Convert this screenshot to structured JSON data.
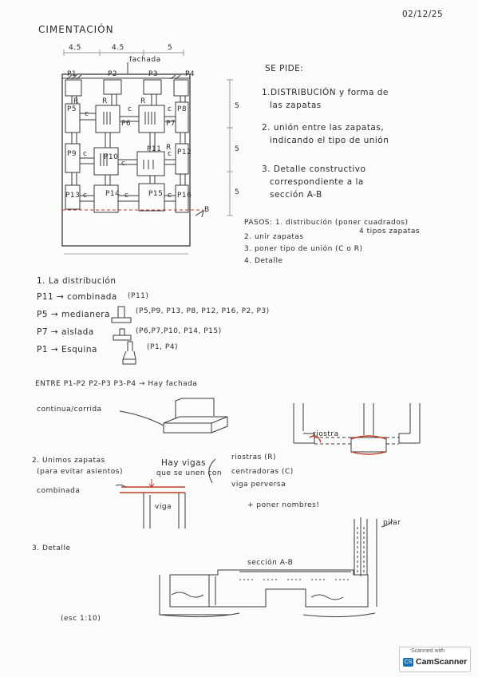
{
  "header": {
    "date": "02/12/25",
    "title": "CIMENTACIÓN"
  },
  "plan": {
    "fachada_label": "fachada",
    "dim_top": [
      "4.5",
      "4.5",
      "5"
    ],
    "dim_side": [
      "5",
      "5",
      "5"
    ],
    "pillars": [
      "P1",
      "P2",
      "P3",
      "P4",
      "P5",
      "P6",
      "P7",
      "P8",
      "P9",
      "P10",
      "P11",
      "P12",
      "P13",
      "P14",
      "P15",
      "P16"
    ],
    "c_marks": [
      "c",
      "c",
      "c",
      "c",
      "c",
      "c",
      "c",
      "c",
      "c"
    ],
    "r_marks": [
      "R",
      "R",
      "R",
      "R"
    ],
    "section_label": "B"
  },
  "se_pide": {
    "title": "SE PIDE:",
    "item1_line1": "1.DISTRIBUCIÓN y forma de",
    "item1_line2": "las zapatas",
    "item2_line1": "2. unión entre las zapatas,",
    "item2_line2": "indicando el tipo de unión",
    "item3_line1": "3. Detalle constructivo",
    "item3_line2": "correspondiente a la",
    "item3_line3": "sección A-B"
  },
  "pasos": {
    "line1": "PASOS: 1. distribución (poner cuadrados)",
    "line1b": "4 tipos zapatas",
    "line2": "2. unir zapatas",
    "line3": "3. poner tipo de unión (C o R)",
    "line4": "4. Detalle"
  },
  "distribucion": {
    "title": "1. La distribución",
    "row1_a": "P11 → combinada",
    "row1_b": "(P11)",
    "row2_a": "P5 → medianera",
    "row2_b": "(P5,P9, P13, P8, P12, P16, P2, P3)",
    "row3_a": "P7 → aislada",
    "row3_b": "(P6,P7,P10, P14, P15)",
    "row4_a": "P1 → Esquina",
    "row4_b": "(P1, P4)"
  },
  "entre": {
    "text": "ENTRE P1-P2   P2-P3   P3-P4 → Hay fachada",
    "continua": "continua/corrida",
    "riostra": "riostra"
  },
  "unimos": {
    "line1": "2. Unimos zapatas",
    "line2": "(para evitar asientos)",
    "hay_vigas": "Hay vigas",
    "que_unen": "que se unen con",
    "opt1": "riostras (R)",
    "opt2": "centradoras (C)",
    "opt3": "viga perversa",
    "combinada": "combinada",
    "viga": "viga",
    "poner_nombres": "+ poner nombres!"
  },
  "detalle": {
    "title": "3. Detalle",
    "seccion": "sección A-B",
    "pilar": "pilar",
    "escala": "(esc 1:10)"
  },
  "badge": {
    "line1": "Scanned with",
    "line2": "CamScanner",
    "logo": "CS"
  }
}
